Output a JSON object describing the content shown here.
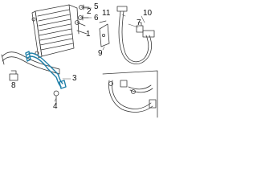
{
  "colors": {
    "line": "#3a3a3a",
    "highlight": "#1e7fa8",
    "background": "#ffffff"
  },
  "callouts": {
    "c1": "1",
    "c2": "2",
    "c3": "3",
    "c4": "4",
    "c5": "5",
    "c6": "6",
    "c7": "7",
    "c8": "8",
    "c9": "9",
    "c10": "10",
    "c11": "11"
  }
}
